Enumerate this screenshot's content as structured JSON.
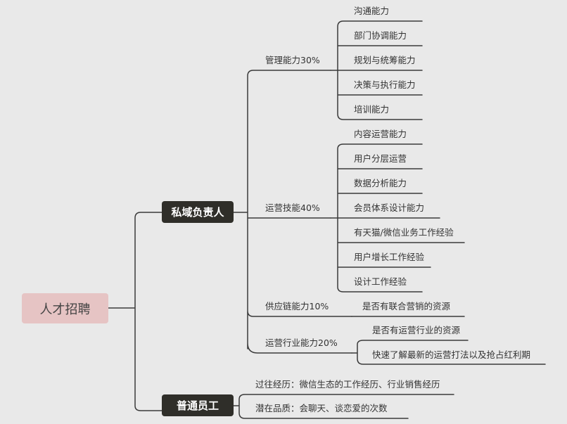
{
  "root": {
    "label": "人才招聘"
  },
  "private_domain": {
    "label": "私域负责人",
    "management": {
      "label": "管理能力30%",
      "items": [
        "沟通能力",
        "部门协调能力",
        "规划与统筹能力",
        "决策与执行能力",
        "培训能力"
      ]
    },
    "operations": {
      "label": "运营技能40%",
      "items": [
        "内容运营能力",
        "用户分层运营",
        "数据分析能力",
        "会员体系设计能力",
        "有天猫/微信业务工作经验",
        "用户增长工作经验",
        "设计工作经验"
      ]
    },
    "supply_chain": {
      "label": "供应链能力10%",
      "items": [
        "是否有联合营销的资源"
      ]
    },
    "industry": {
      "label": "运营行业能力20%",
      "items": [
        "是否有运营行业的资源",
        "快速了解最新的运营打法以及抢占红利期"
      ]
    }
  },
  "regular_staff": {
    "label": "普通员工",
    "items": [
      "过往经历：微信生态的工作经历、行业销售经历",
      "潜在品质：会聊天、谈恋爱的次数"
    ]
  }
}
